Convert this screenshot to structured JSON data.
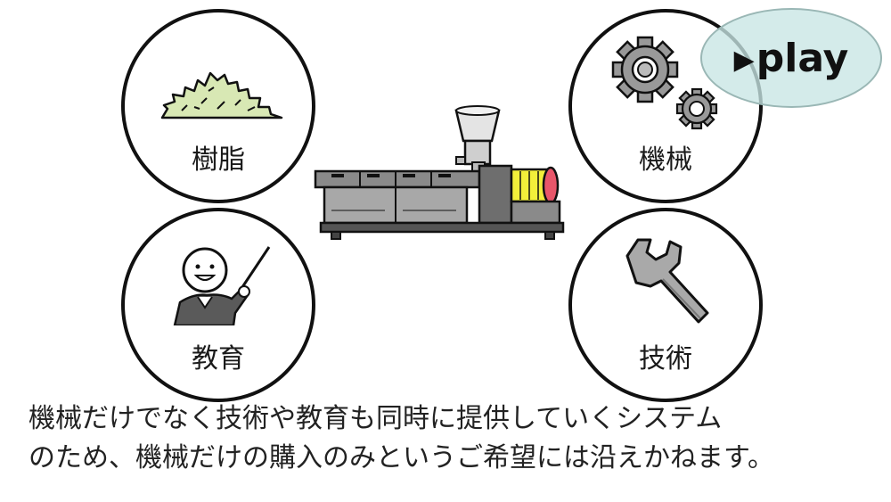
{
  "circles": {
    "resin": {
      "label": "樹脂",
      "icon": "resin-pile-icon"
    },
    "machine": {
      "label": "機械",
      "icon": "gears-icon"
    },
    "education": {
      "label": "教育",
      "icon": "teacher-pointer-icon"
    },
    "technology": {
      "label": "技術",
      "icon": "wrench-icon"
    }
  },
  "play_button": {
    "label": "play",
    "icon": "play-triangle-icon"
  },
  "center_image": {
    "icon": "extruder-machine-icon"
  },
  "caption": {
    "line1": "機械だけでなく技術や教育も同時に提供していくシステム",
    "line2": "のため、機械だけの購入のみというご希望には沿えかねます。"
  },
  "colors": {
    "accent_yellow": "#f2ef3a",
    "accent_red": "#e8566a",
    "resin_green": "#d8e8b4",
    "play_bg": "#c8e6e4",
    "machine_gray": "#9a9a9a"
  }
}
